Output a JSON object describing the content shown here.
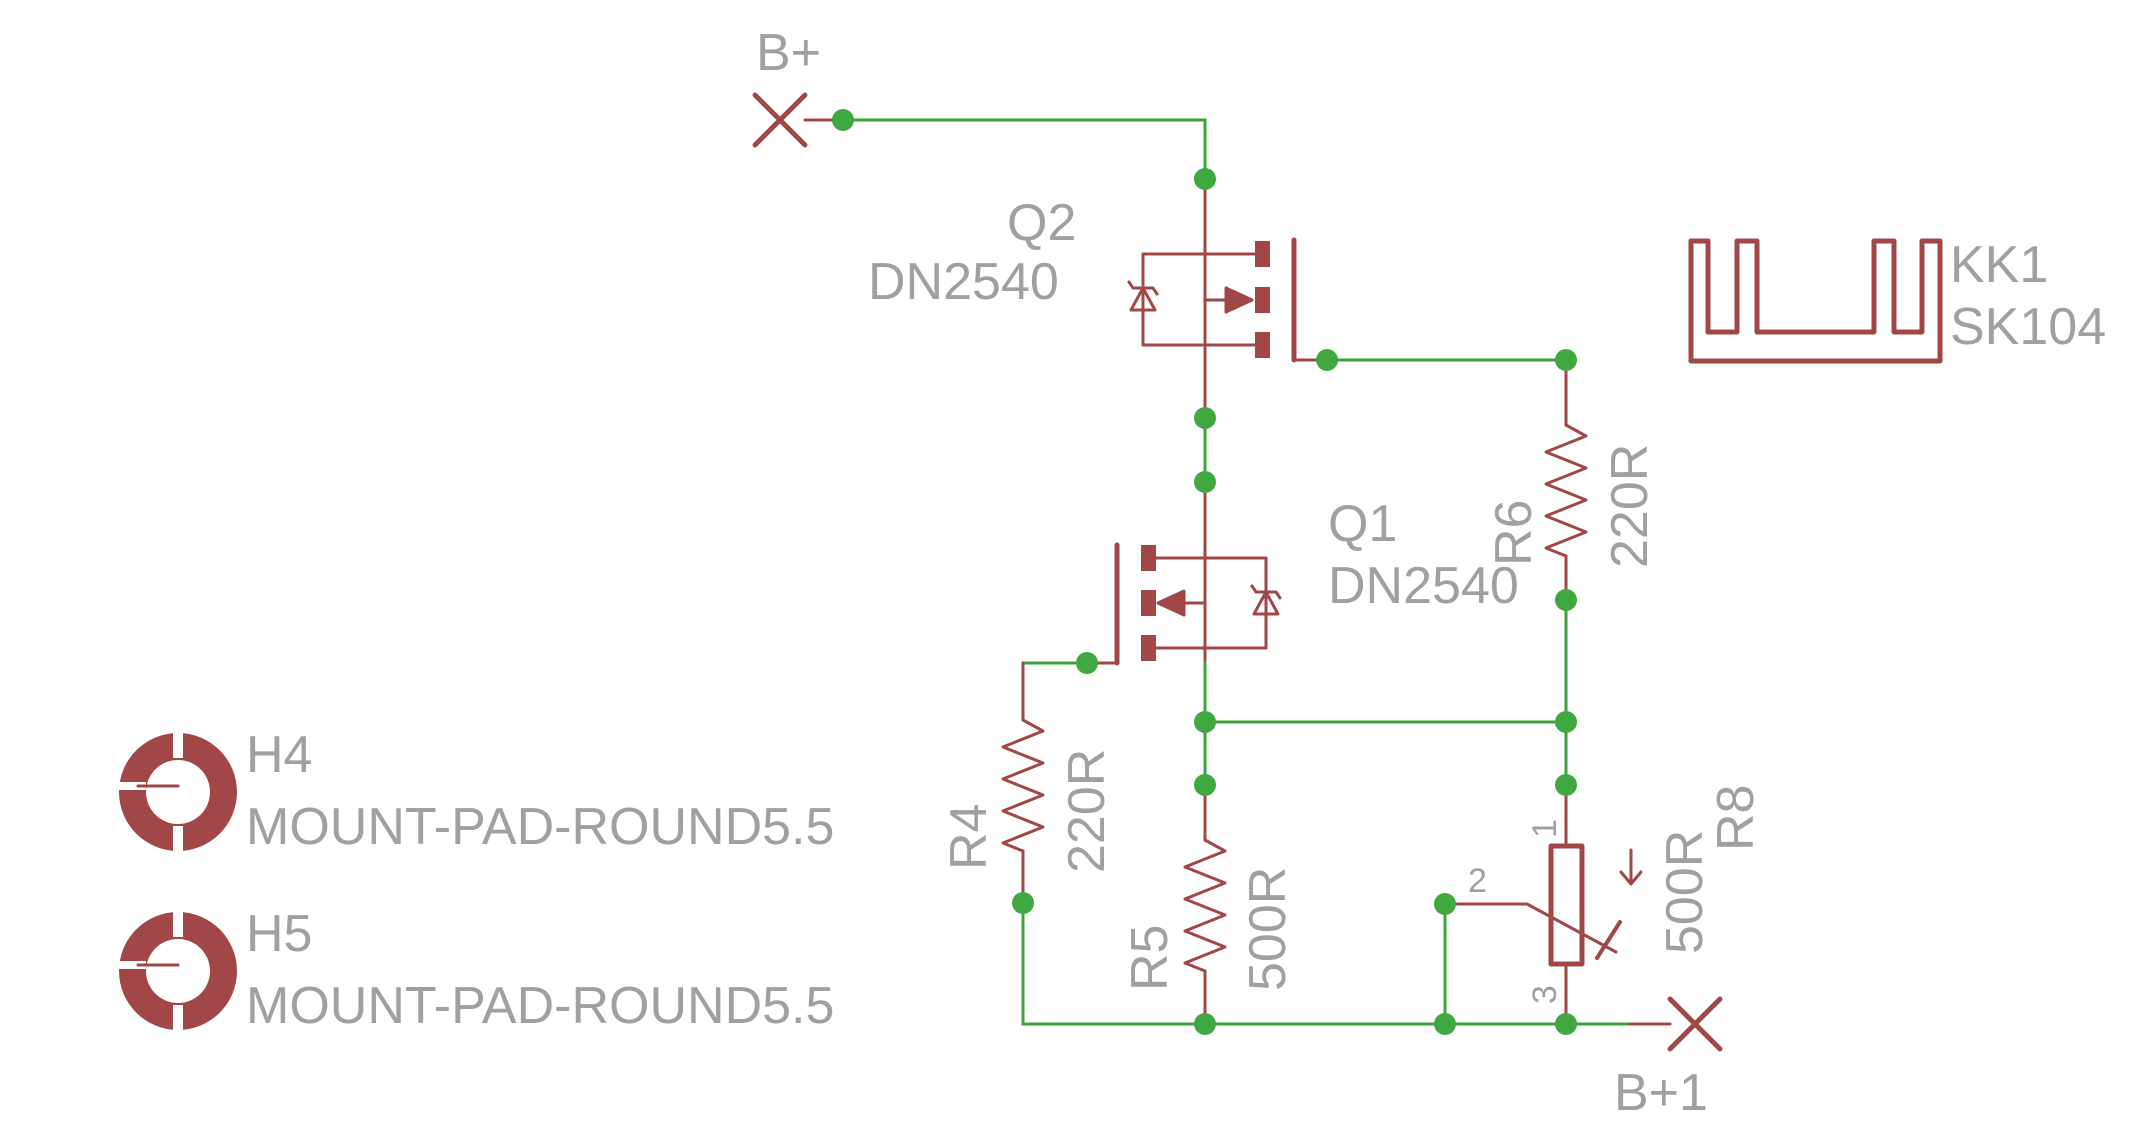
{
  "colors": {
    "wire": "#3aa33a",
    "junction": "#40a840",
    "symbol": "#a14747",
    "label": "#a0a0a0",
    "background": "#ffffff"
  },
  "supplies": {
    "b_plus": "B+",
    "b_plus_1": "B+1"
  },
  "components": {
    "q2": {
      "name": "Q2",
      "value": "DN2540"
    },
    "q1": {
      "name": "Q1",
      "value": "DN2540"
    },
    "kk1": {
      "name": "KK1",
      "value": "SK104"
    },
    "r6": {
      "name": "R6",
      "value": "220R"
    },
    "r4": {
      "name": "R4",
      "value": "220R"
    },
    "r5": {
      "name": "R5",
      "value": "500R"
    },
    "r8": {
      "name": "R8",
      "value": "500R",
      "pin1": "1",
      "pin2": "2",
      "pin3": "3"
    },
    "h4": {
      "name": "H4",
      "value": "MOUNT-PAD-ROUND5.5"
    },
    "h5": {
      "name": "H5",
      "value": "MOUNT-PAD-ROUND5.5"
    }
  }
}
